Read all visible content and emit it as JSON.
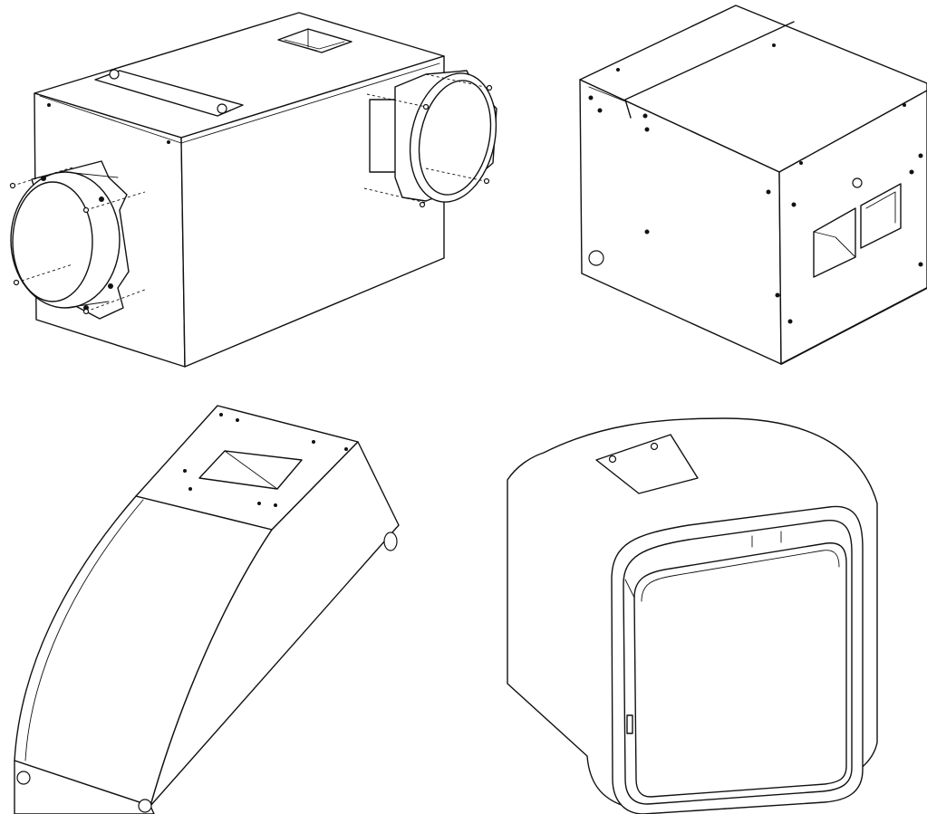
{
  "figure": {
    "panels": [
      {
        "id": "duct-box-with-collars"
      },
      {
        "id": "electrical-enclosure"
      },
      {
        "id": "curved-hood"
      },
      {
        "id": "rounded-housing"
      }
    ]
  },
  "colors": {
    "background": "#ffffff",
    "stroke": "#111111"
  }
}
